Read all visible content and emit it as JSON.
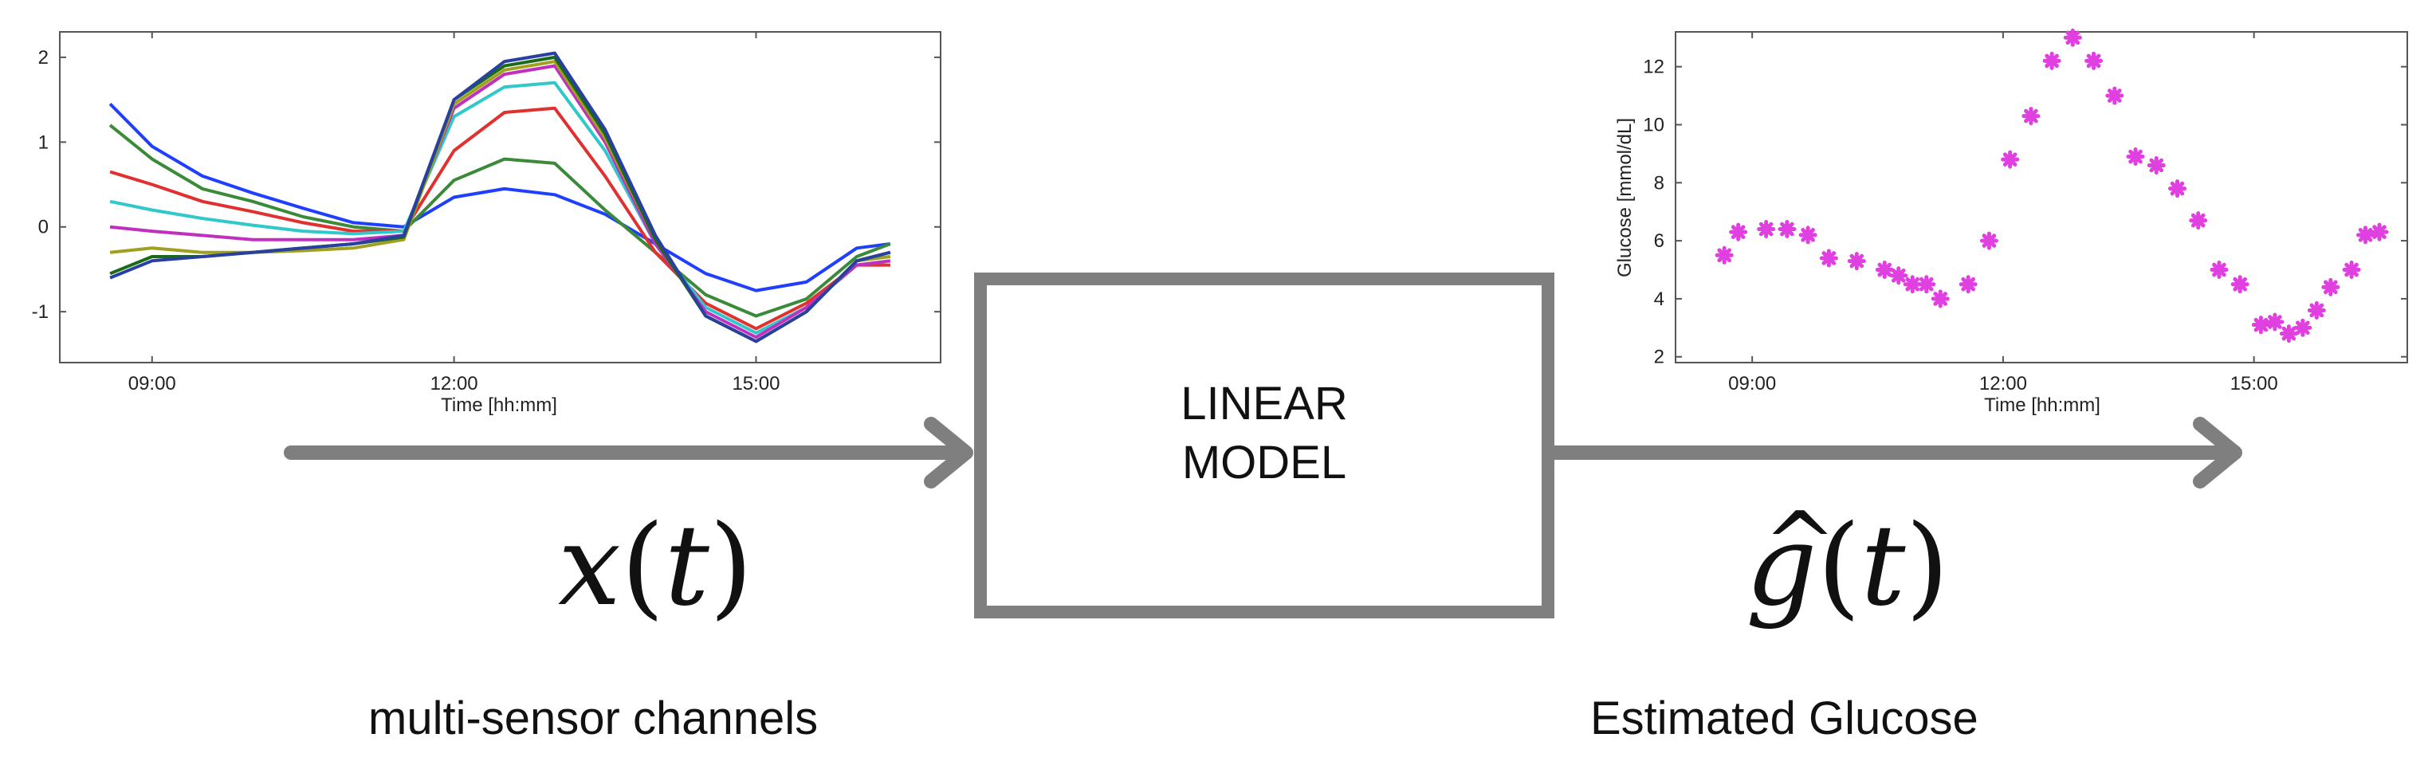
{
  "block": {
    "label_line1": "LINEAR",
    "label_line2": "MODEL"
  },
  "input": {
    "math_var": "x",
    "math_arg": "t",
    "caption": "multi-sensor channels"
  },
  "output": {
    "math_var": "g",
    "math_hat": "^",
    "math_arg": "t",
    "caption": "Estimated Glucose"
  },
  "colors": {
    "arrow": "#7f7f7f",
    "box": "#7f7f7f",
    "glucose_marker": "#e040e0"
  },
  "chart_data": [
    {
      "type": "line",
      "title": "",
      "xlabel": "Time [hh:mm]",
      "ylabel": "",
      "xlim": [
        "08:05",
        "16:50"
      ],
      "ylim": [
        -1.6,
        2.3
      ],
      "xticks": [
        "09:00",
        "12:00",
        "15:00"
      ],
      "yticks": [
        -1,
        0,
        1,
        2
      ],
      "grid": false,
      "x": [
        "08:35",
        "09:00",
        "09:30",
        "10:00",
        "10:30",
        "11:00",
        "11:30",
        "12:00",
        "12:30",
        "13:00",
        "13:30",
        "14:00",
        "14:30",
        "15:00",
        "15:30",
        "16:00",
        "16:20"
      ],
      "series": [
        {
          "color": "#1f3fff",
          "values": [
            1.45,
            0.95,
            0.6,
            0.4,
            0.22,
            0.05,
            0.0,
            0.35,
            0.45,
            0.38,
            0.15,
            -0.2,
            -0.55,
            -0.75,
            -0.65,
            -0.25,
            -0.2
          ]
        },
        {
          "color": "#3a8a3a",
          "values": [
            1.2,
            0.8,
            0.45,
            0.3,
            0.12,
            0.0,
            -0.05,
            0.55,
            0.8,
            0.75,
            0.2,
            -0.3,
            -0.8,
            -1.05,
            -0.85,
            -0.35,
            -0.2
          ]
        },
        {
          "color": "#e03030",
          "values": [
            0.65,
            0.5,
            0.3,
            0.18,
            0.05,
            -0.05,
            -0.05,
            0.9,
            1.35,
            1.4,
            0.6,
            -0.3,
            -0.9,
            -1.2,
            -0.9,
            -0.45,
            -0.45
          ]
        },
        {
          "color": "#30c8c8",
          "values": [
            0.3,
            0.2,
            0.1,
            0.02,
            -0.05,
            -0.08,
            -0.05,
            1.3,
            1.65,
            1.7,
            0.9,
            -0.2,
            -0.95,
            -1.25,
            -0.95,
            -0.45,
            -0.4
          ]
        },
        {
          "color": "#c030c0",
          "values": [
            0.0,
            -0.05,
            -0.1,
            -0.15,
            -0.15,
            -0.15,
            -0.1,
            1.4,
            1.8,
            1.9,
            1.0,
            -0.2,
            -1.0,
            -1.3,
            -0.95,
            -0.45,
            -0.4
          ]
        },
        {
          "color": "#a0a020",
          "values": [
            -0.3,
            -0.25,
            -0.3,
            -0.3,
            -0.28,
            -0.25,
            -0.15,
            1.45,
            1.85,
            1.95,
            1.05,
            -0.15,
            -1.05,
            -1.35,
            -1.0,
            -0.4,
            -0.35
          ]
        },
        {
          "color": "#1a6a1a",
          "values": [
            -0.55,
            -0.35,
            -0.35,
            -0.3,
            -0.25,
            -0.2,
            -0.12,
            1.5,
            1.9,
            2.0,
            1.1,
            -0.15,
            -1.05,
            -1.35,
            -1.0,
            -0.4,
            -0.3
          ]
        },
        {
          "color": "#2a40a0",
          "values": [
            -0.6,
            -0.4,
            -0.35,
            -0.3,
            -0.25,
            -0.2,
            -0.1,
            1.5,
            1.95,
            2.05,
            1.15,
            -0.1,
            -1.05,
            -1.35,
            -1.0,
            -0.4,
            -0.3
          ]
        }
      ]
    },
    {
      "type": "scatter",
      "title": "",
      "xlabel": "Time [hh:mm]",
      "ylabel": "Glucose [mmol/dL]",
      "xlim": [
        "08:05",
        "16:50"
      ],
      "ylim": [
        1.8,
        13.2
      ],
      "xticks": [
        "09:00",
        "12:00",
        "15:00"
      ],
      "yticks": [
        2,
        4,
        6,
        8,
        10,
        12
      ],
      "grid": false,
      "series": [
        {
          "color": "#e040e0",
          "points": [
            [
              "08:40",
              5.5
            ],
            [
              "08:50",
              6.3
            ],
            [
              "09:10",
              6.4
            ],
            [
              "09:25",
              6.4
            ],
            [
              "09:40",
              6.2
            ],
            [
              "09:55",
              5.4
            ],
            [
              "10:15",
              5.3
            ],
            [
              "10:35",
              5.0
            ],
            [
              "10:45",
              4.8
            ],
            [
              "10:55",
              4.5
            ],
            [
              "11:05",
              4.5
            ],
            [
              "11:15",
              4.0
            ],
            [
              "11:35",
              4.5
            ],
            [
              "11:50",
              6.0
            ],
            [
              "12:05",
              8.8
            ],
            [
              "12:20",
              10.3
            ],
            [
              "12:35",
              12.2
            ],
            [
              "12:50",
              13.0
            ],
            [
              "13:05",
              12.2
            ],
            [
              "13:20",
              11.0
            ],
            [
              "13:35",
              8.9
            ],
            [
              "13:50",
              8.6
            ],
            [
              "14:05",
              7.8
            ],
            [
              "14:20",
              6.7
            ],
            [
              "14:35",
              5.0
            ],
            [
              "14:50",
              4.5
            ],
            [
              "15:05",
              3.1
            ],
            [
              "15:15",
              3.2
            ],
            [
              "15:25",
              2.8
            ],
            [
              "15:35",
              3.0
            ],
            [
              "15:45",
              3.6
            ],
            [
              "15:55",
              4.4
            ],
            [
              "16:10",
              5.0
            ],
            [
              "16:20",
              6.2
            ],
            [
              "16:30",
              6.3
            ]
          ]
        }
      ]
    }
  ]
}
